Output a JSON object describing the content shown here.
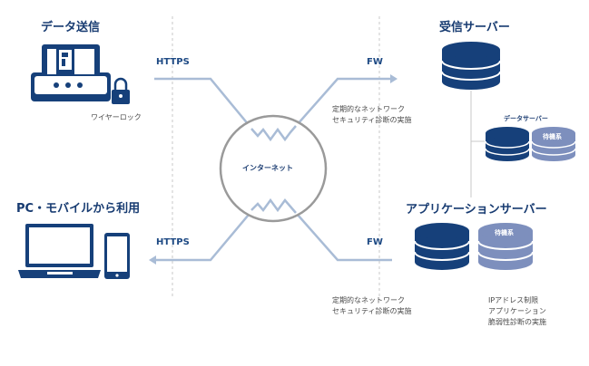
{
  "titles": {
    "send": "データ送信",
    "pc": "PC・モバイルから利用",
    "receive_server": "受信サーバー",
    "app_server": "アプリケーションサーバー"
  },
  "labels": {
    "https_top": "HTTPS",
    "https_bottom": "HTTPS",
    "fw_top": "FW",
    "fw_bottom": "FW",
    "wire_lock": "ワイヤーロック",
    "internet": "インターネット",
    "data_server": "データサーバー",
    "standby_1": "待機系",
    "standby_2": "待機系"
  },
  "notes": {
    "top": [
      "定期的なネットワーク",
      "セキュリティ診断の実施"
    ],
    "bottom": [
      "定期的なネットワーク",
      "セキュリティ診断の実施"
    ],
    "app": [
      "IPアドレス制限",
      "アプリケーション",
      "脆弱性診断の実施"
    ]
  },
  "colors": {
    "primary": "#16407a",
    "secondary": "#7d8fbd",
    "line": "#a9bcd6",
    "ring": "#9a9a9a",
    "dashed": "#c8c8c8"
  },
  "icons": [
    "scanner-icon",
    "lock-icon",
    "laptop-icon",
    "smartphone-icon",
    "database-icon"
  ]
}
